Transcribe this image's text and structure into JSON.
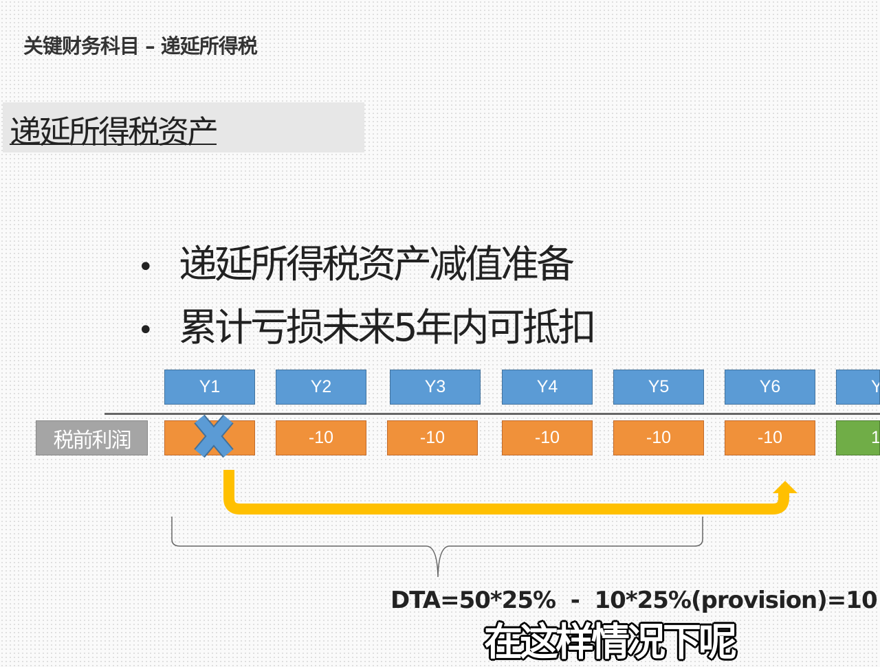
{
  "header": {
    "title": "关键财务科目 – 递延所得税"
  },
  "section": {
    "title": "递延所得税资产"
  },
  "bullets": [
    "递延所得税资产减值准备",
    "累计亏损未来5年内可抵扣"
  ],
  "timeline": {
    "row_label": "税前利润",
    "years": [
      "Y1",
      "Y2",
      "Y3",
      "Y4",
      "Y5",
      "Y6",
      "Y"
    ],
    "values": [
      "-",
      "-10",
      "-10",
      "-10",
      "-10",
      "-10",
      "1"
    ],
    "colors": {
      "year": "#5b9bd5",
      "loss": "#f0913a",
      "profit": "#70ad47",
      "arrow": "#ffc000",
      "cross": "#5b9bd5"
    }
  },
  "formula": "DTA=50*25%  -  10*25%(provision)=10",
  "subtitle": "在这样情况下呢"
}
